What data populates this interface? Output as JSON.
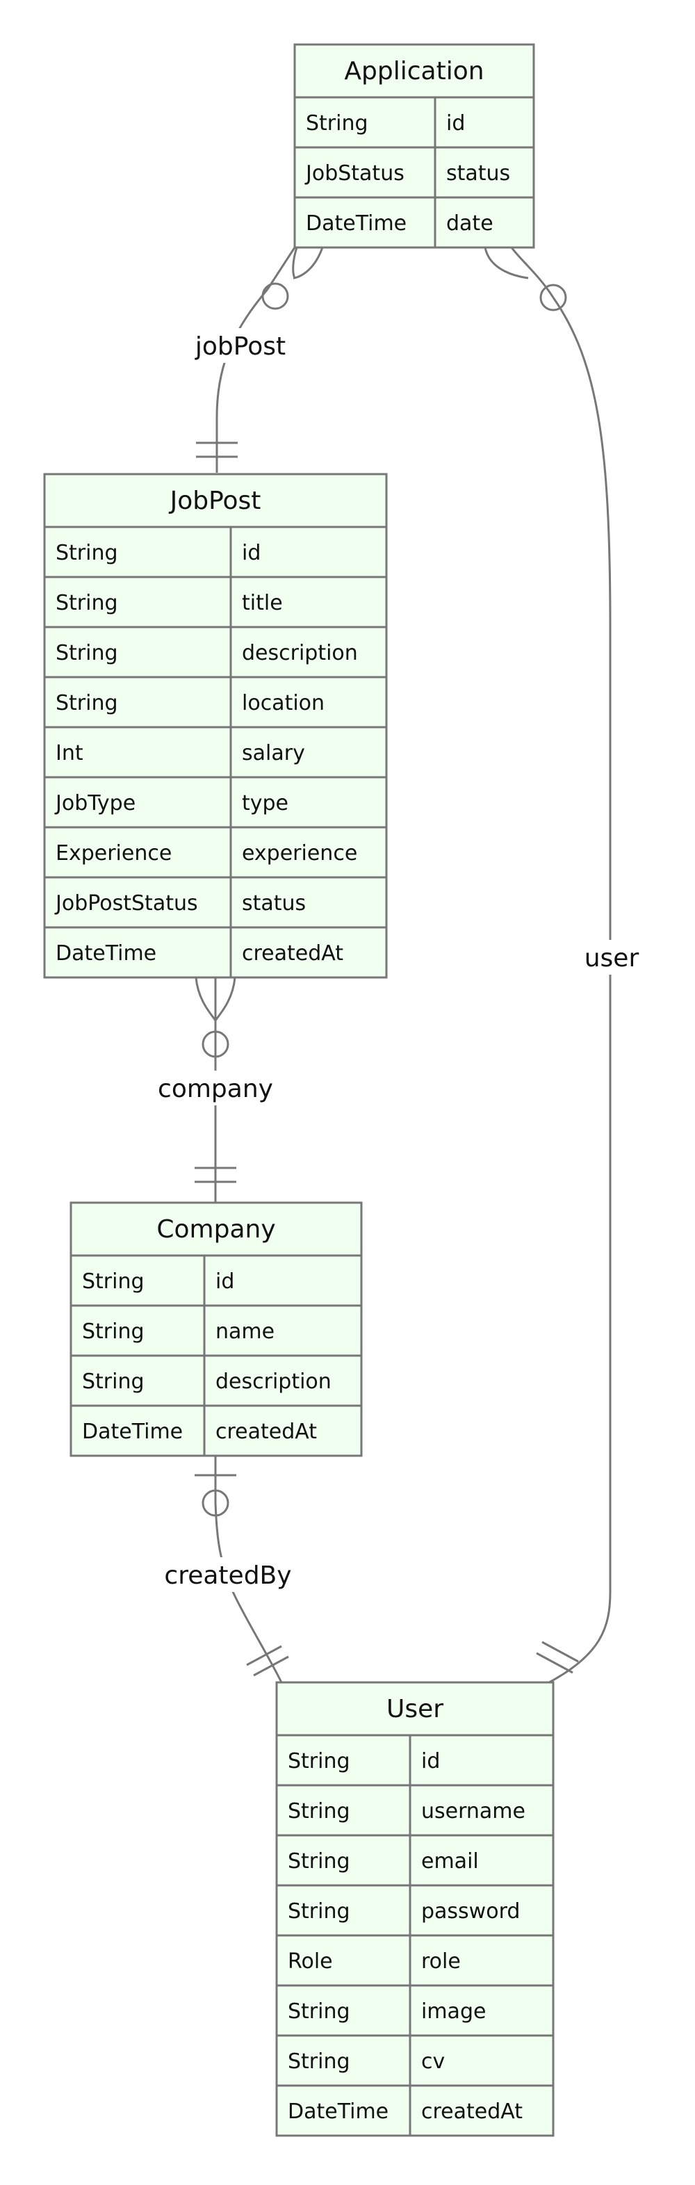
{
  "entities": {
    "application": {
      "name": "Application",
      "attributes": [
        {
          "type": "String",
          "name": "id"
        },
        {
          "type": "JobStatus",
          "name": "status"
        },
        {
          "type": "DateTime",
          "name": "date"
        }
      ]
    },
    "jobpost": {
      "name": "JobPost",
      "attributes": [
        {
          "type": "String",
          "name": "id"
        },
        {
          "type": "String",
          "name": "title"
        },
        {
          "type": "String",
          "name": "description"
        },
        {
          "type": "String",
          "name": "location"
        },
        {
          "type": "Int",
          "name": "salary"
        },
        {
          "type": "JobType",
          "name": "type"
        },
        {
          "type": "Experience",
          "name": "experience"
        },
        {
          "type": "JobPostStatus",
          "name": "status"
        },
        {
          "type": "DateTime",
          "name": "createdAt"
        }
      ]
    },
    "company": {
      "name": "Company",
      "attributes": [
        {
          "type": "String",
          "name": "id"
        },
        {
          "type": "String",
          "name": "name"
        },
        {
          "type": "String",
          "name": "description"
        },
        {
          "type": "DateTime",
          "name": "createdAt"
        }
      ]
    },
    "user": {
      "name": "User",
      "attributes": [
        {
          "type": "String",
          "name": "id"
        },
        {
          "type": "String",
          "name": "username"
        },
        {
          "type": "String",
          "name": "email"
        },
        {
          "type": "String",
          "name": "password"
        },
        {
          "type": "Role",
          "name": "role"
        },
        {
          "type": "String",
          "name": "image"
        },
        {
          "type": "String",
          "name": "cv"
        },
        {
          "type": "DateTime",
          "name": "createdAt"
        }
      ]
    }
  },
  "relationships": {
    "application_jobpost": {
      "label": "jobPost",
      "from": "Application",
      "to": "JobPost",
      "from_cardinality": "zero-or-many",
      "to_cardinality": "exactly-one"
    },
    "jobpost_company": {
      "label": "company",
      "from": "JobPost",
      "to": "Company",
      "from_cardinality": "zero-or-many",
      "to_cardinality": "exactly-one"
    },
    "company_user": {
      "label": "createdBy",
      "from": "Company",
      "to": "User",
      "from_cardinality": "zero-or-one",
      "to_cardinality": "exactly-one"
    },
    "application_user": {
      "label": "user",
      "from": "Application",
      "to": "User",
      "from_cardinality": "zero-or-many",
      "to_cardinality": "exactly-one"
    }
  },
  "colors": {
    "entity_fill": "#f0fff0",
    "stroke": "#777777",
    "text": "#111111"
  }
}
